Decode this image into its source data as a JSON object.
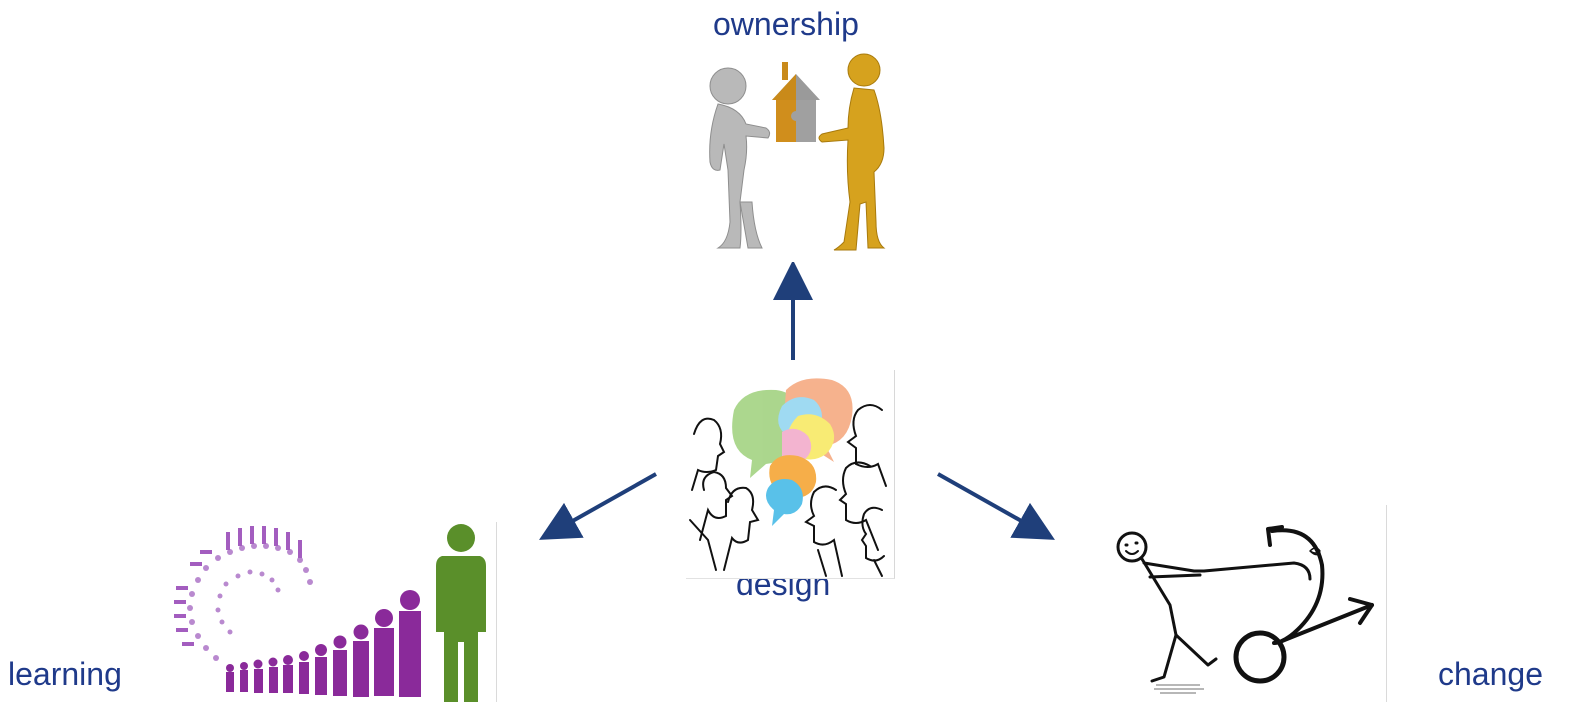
{
  "labels": {
    "ownership": "ownership",
    "design": "design",
    "learning": "learning",
    "change": "change"
  },
  "colors": {
    "label": "#1f3a8a",
    "arrow": "#1f3f7a",
    "gold": "#d4a017",
    "silver": "#b8b8b8",
    "purple": "#7a1e8a",
    "lavender": "#c9a0d6",
    "green": "#5a8a2a"
  },
  "icons": {
    "ownership": "handshake-house-puzzle-icon",
    "design": "conversation-faces-icon",
    "learning": "growing-people-spiral-icon",
    "change": "stick-figure-pulling-icon"
  }
}
